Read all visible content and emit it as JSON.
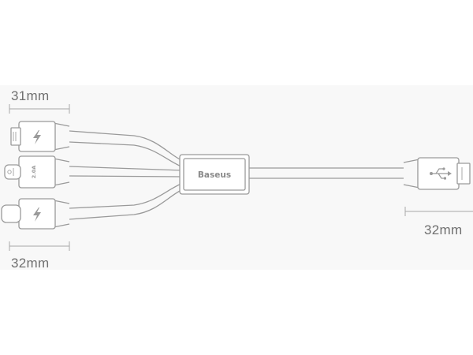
{
  "dimensions": {
    "micro_usb_tip": "31mm",
    "type_c_tip_left": "32mm",
    "type_c_tip_right": "32mm"
  },
  "splitter": {
    "brand": "Baseus"
  },
  "connectors": {
    "lightning_mark": "2.0A"
  },
  "icons": {
    "micro_usb": "lightning-bolt-icon",
    "lightning": "lightning-rating-icon",
    "type_c": "lightning-bolt-icon",
    "usb_a": "usb-symbol-icon"
  },
  "colors": {
    "line": "#9a9a9a",
    "text": "#6f6f6f",
    "panel": "#f8f8f8"
  }
}
